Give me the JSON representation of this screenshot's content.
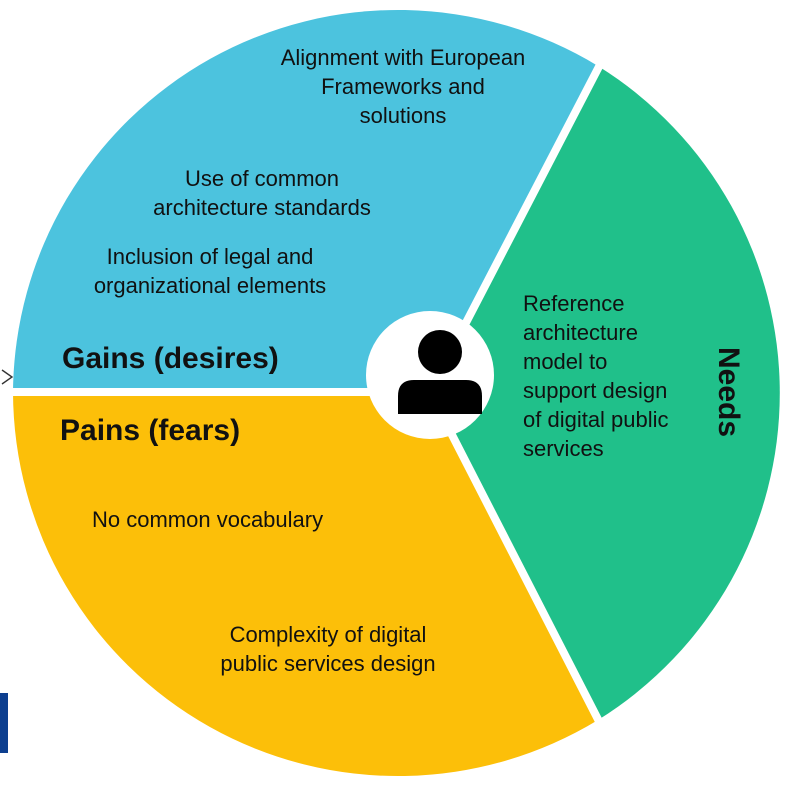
{
  "colors": {
    "gains": "#4cc3de",
    "needs": "#20c08a",
    "pains": "#fcbf09",
    "divider": "#ffffff",
    "center_circle": "#ffffff",
    "person_icon": "#000000",
    "edge_bar": "#0d3f8f"
  },
  "gains": {
    "title": "Gains (desires)",
    "items": [
      "Alignment with European\nFrameworks and\nsolutions",
      "Use of common\narchitecture standards",
      "Inclusion of legal and\norganizational elements"
    ]
  },
  "pains": {
    "title": "Pains (fears)",
    "items": [
      "No common vocabulary",
      "Complexity of digital\npublic services design"
    ]
  },
  "needs": {
    "title": "Needs",
    "items": [
      "Reference\narchitecture\nmodel to\nsupport design\nof digital public\nservices"
    ]
  },
  "center": {
    "icon": "person-icon"
  }
}
